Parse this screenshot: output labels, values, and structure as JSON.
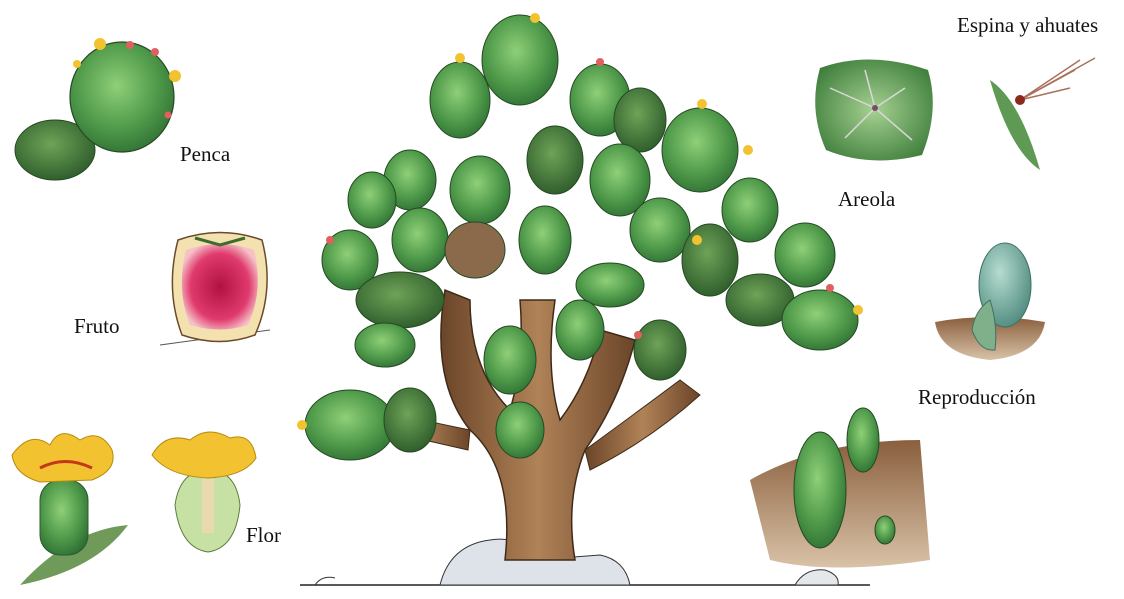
{
  "labels": {
    "penca": "Penca",
    "fruto": "Fruto",
    "flor": "Flor",
    "areola": "Areola",
    "espina": "Espina y ahuates",
    "reproduccion": "Reproducción"
  },
  "colors": {
    "pad_green": "#4f9a4a",
    "pad_dark": "#2f6f34",
    "pad_light": "#7cc06a",
    "trunk_brown": "#9a6b45",
    "trunk_dark": "#5b3a22",
    "fruit_magenta": "#c81d55",
    "flower_yellow": "#f2c230",
    "soil_brown": "#9c7250",
    "rock_gray": "#cfd4d8",
    "young_pad_blue": "#6fa89b"
  }
}
